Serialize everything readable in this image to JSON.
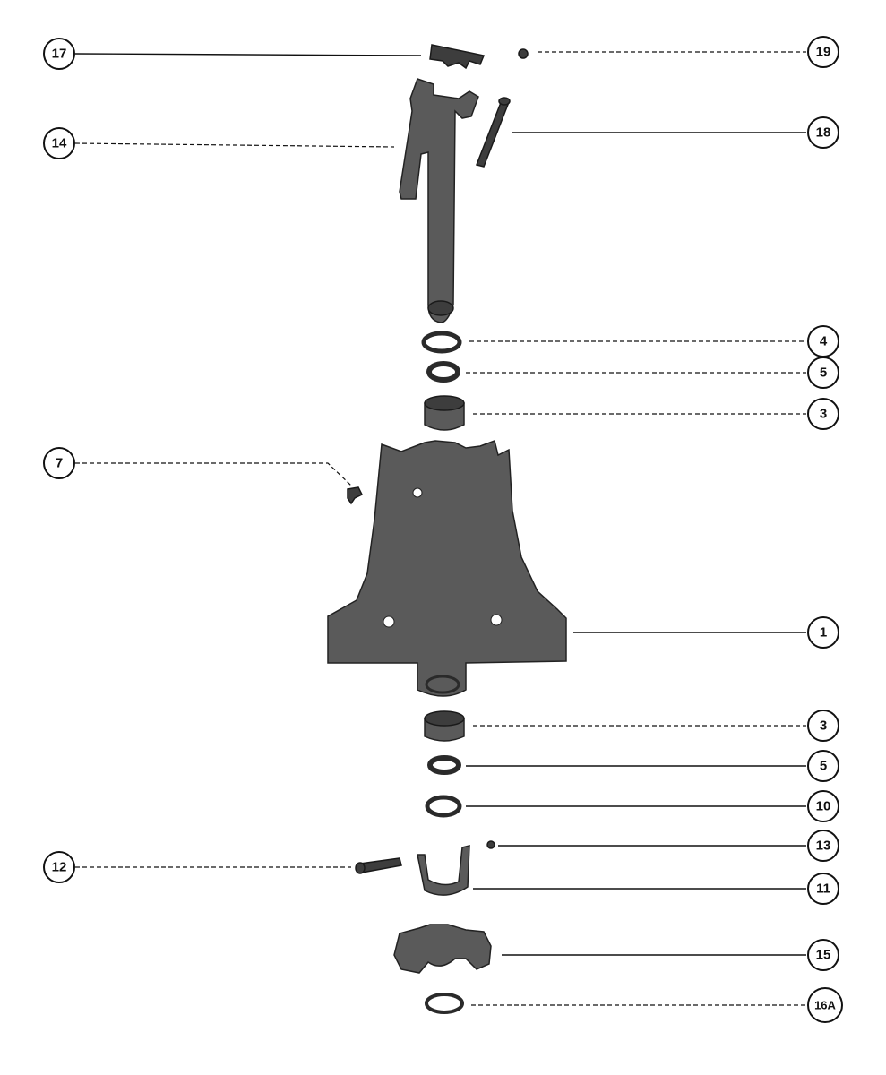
{
  "callouts": {
    "c17": "17",
    "c19": "19",
    "c14": "14",
    "c18": "18",
    "c4": "4",
    "c5a": "5",
    "c3a": "3",
    "c7": "7",
    "c1": "1",
    "c3b": "3",
    "c5b": "5",
    "c10": "10",
    "c12": "12",
    "c13": "13",
    "c11": "11",
    "c15": "15",
    "c16a": "16A"
  },
  "colors": {
    "part_fill": "#5a5a5a",
    "line": "#111111",
    "background": "#ffffff"
  }
}
